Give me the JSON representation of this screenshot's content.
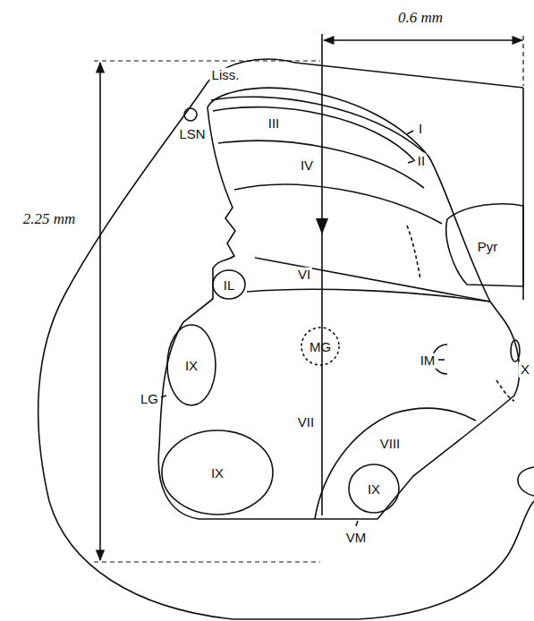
{
  "diagram": {
    "nodes": [
      {
        "text": [
          "IL"
        ]
      },
      {
        "text": [
          "IX"
        ]
      },
      {
        "text": [
          "MG"
        ]
      },
      {
        "text": [
          "IX"
        ]
      },
      {
        "text": [
          "IX"
        ]
      }
    ],
    "labels": [
      "0.6 mm",
      "2.25 mm",
      "Liss.",
      "LSN",
      "III",
      "I",
      "II",
      "IV",
      "Pyr",
      "VI",
      "LG",
      "VII",
      "IM",
      "X",
      "VIII",
      "VM"
    ]
  }
}
